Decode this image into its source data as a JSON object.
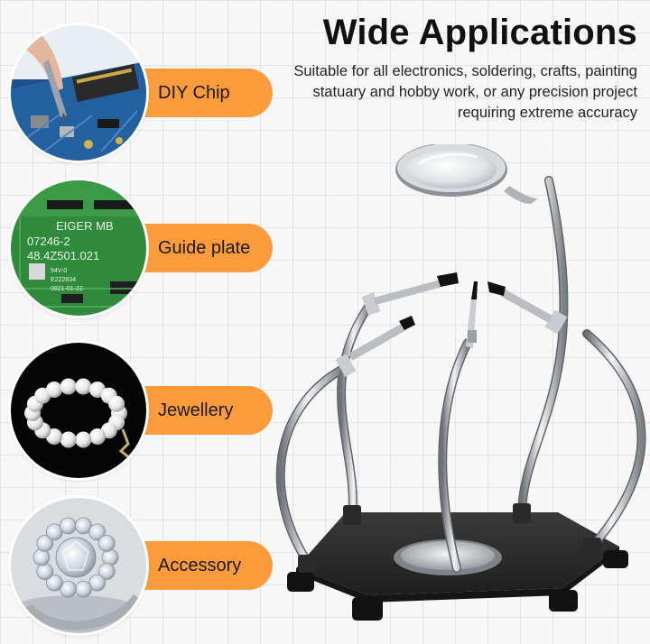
{
  "header": {
    "title": "Wide Applications",
    "description_lines": [
      "Suitable for all electronics, soldering, crafts, painting",
      "statuary and hobby work, or any precision project",
      "requiring extreme accuracy"
    ]
  },
  "applications": [
    {
      "label": "DIY Chip",
      "icon": "circuit-board-chip-photo"
    },
    {
      "label": "Guide plate",
      "icon": "motherboard-photo"
    },
    {
      "label": "Jewellery",
      "icon": "pearl-bracelet-photo"
    },
    {
      "label": "Accessory",
      "icon": "diamond-ring-photo"
    }
  ],
  "board_print": {
    "line1": "EIGER MB",
    "line2": "07246-2",
    "line3": "48.4Z501.021",
    "line4": "94V-0",
    "line5": "E222834",
    "line6": "0821-01-22"
  },
  "colors": {
    "accent": "#fb9b3c",
    "title_text": "#111111",
    "board_green": "#2f8a3c",
    "base_plate": "#2b2b2b"
  }
}
